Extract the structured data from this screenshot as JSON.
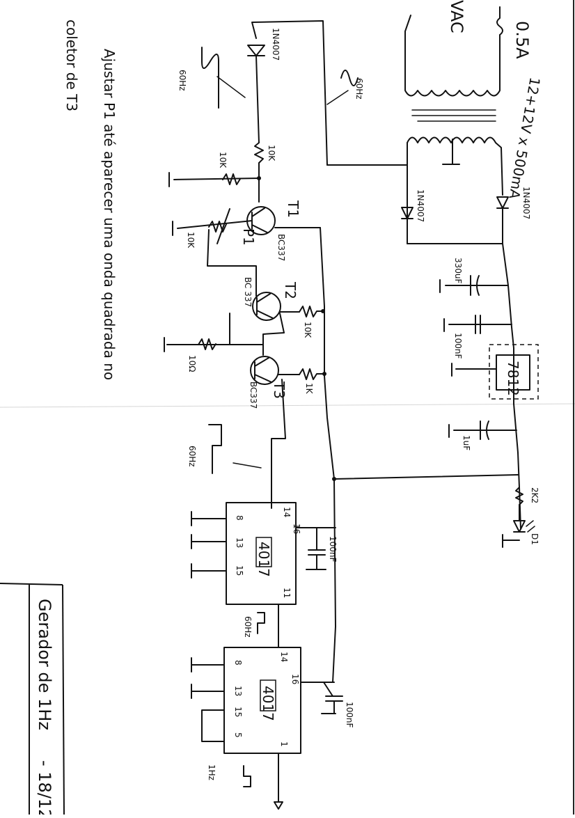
{
  "colors": {
    "paper": "#ffffff",
    "ink": "#111111",
    "fold": "#cfcfcf"
  },
  "supply": {
    "mains": "VAC",
    "fuse": "0.5A",
    "transformer": "12+12V x 500mA",
    "diode_a": "1N4007",
    "diode_b": "1N4007",
    "cap_filter": "330uF",
    "cap_100nf": "100nF",
    "regulator": "7812",
    "cap_1uf": "1uF",
    "resistor_led": "2K2",
    "led": "D1"
  },
  "shaper": {
    "diode": "1N4007",
    "wave_in": "60Hz",
    "wave_trimmer": "60Hz",
    "r_series": "10K",
    "r_shunt": "10K",
    "t1": "T1",
    "t1_part": "BC337",
    "p1": "P1",
    "p1_value": "10K",
    "t2": "T2",
    "t2_part": "BC 337",
    "r_t2": "10K",
    "r_base": "10Ω",
    "t3": "T3",
    "t3_part": "BC337",
    "r_t3": "1K",
    "wave_out": "60Hz"
  },
  "ic_upper": {
    "name": "4017",
    "pins": [
      "8",
      "13",
      "15",
      "14",
      "16",
      "11"
    ],
    "cap": "100nF"
  },
  "ic_lower": {
    "name": "4017",
    "pins": [
      "8",
      "13",
      "15",
      "5",
      "14",
      "16",
      "1"
    ],
    "cap": "100nF",
    "clock_in": "60Hz",
    "out": "1Hz"
  },
  "notes": {
    "instruction": [
      "Ajustar P1 até aparecer uma onda quadrada no",
      "coletor de T3"
    ],
    "title_block": "Gerador de 1Hz",
    "date": "- 18/12"
  }
}
